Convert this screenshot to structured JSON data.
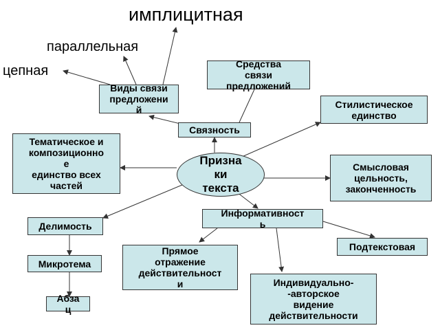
{
  "center": "Призна\nки\nтекста",
  "labels": {
    "implicit": "имплицитная",
    "parallel": "параллельная",
    "chain": "цепная"
  },
  "boxes": {
    "link_types": "Виды связи\nпредложени\nй",
    "link_means": "Средства\nсвязи\nпредложений",
    "coherence": "Связность",
    "stylistic": "Стилистическое\nединство",
    "thematic": "Тематическое и\nкомпозиционно\nе\nединство всех\nчастей",
    "semantic": "Смысловая\nцельность,\nзаконченность",
    "informativity": "Информативност\nь",
    "divisibility": "Делимость",
    "microtheme": "Микротема",
    "paragraph": "Абза\nц",
    "direct": "Прямое\nотражение\nдействительност\nи",
    "subtext": "Подтекстовая",
    "individual": "Индивидуально-\n-авторское\nвидение\nдействительности"
  },
  "colors": {
    "box_fill": "#cbe7ea",
    "line": "#333333"
  }
}
